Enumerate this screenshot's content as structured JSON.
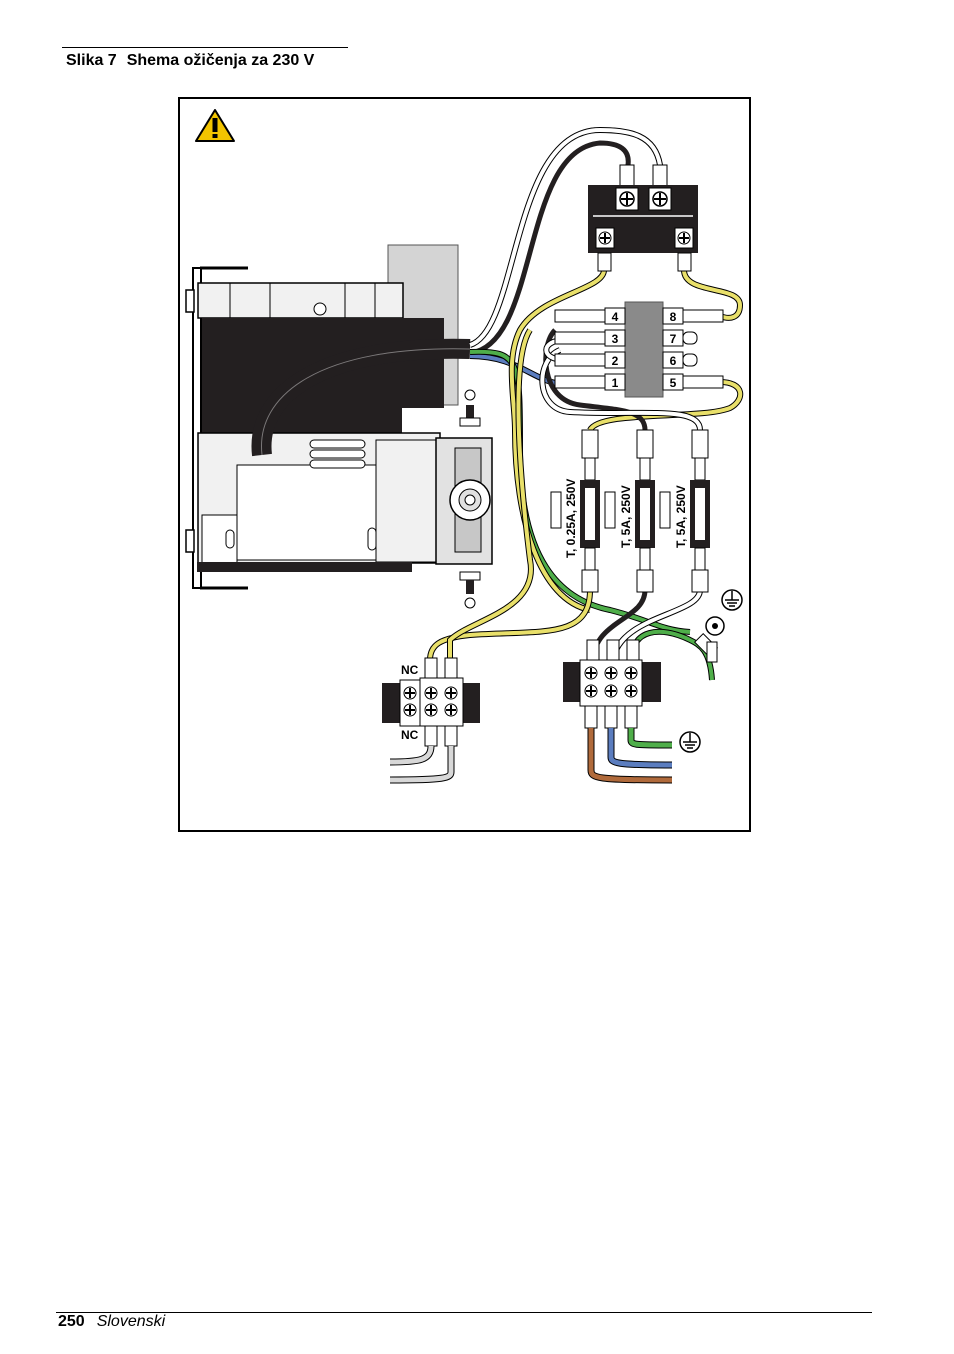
{
  "caption": {
    "number": "Slika 7",
    "title": "Shema ožičenja za 230 V"
  },
  "diagram": {
    "relay_terminals_left": [
      "4",
      "3",
      "2",
      "1"
    ],
    "relay_terminals_right": [
      "8",
      "7",
      "6",
      "5"
    ],
    "fuses": [
      "T, 0.25A, 250V",
      "T, 5A, 250V",
      "T, 5A, 250V"
    ],
    "nc_labels": [
      "NC",
      "NC"
    ],
    "warning_icon": "warning-triangle-icon",
    "ground_icon": "ground-icon",
    "wire_colors": {
      "yellow": "#e9e06a",
      "green": "#4fae4a",
      "blue": "#5b7dbf",
      "brown": "#b06a3b",
      "black": "#231f20",
      "white": "#ffffff",
      "gray": "#8a8a8a"
    }
  },
  "footer": {
    "page_number": "250",
    "language": "Slovenski"
  }
}
